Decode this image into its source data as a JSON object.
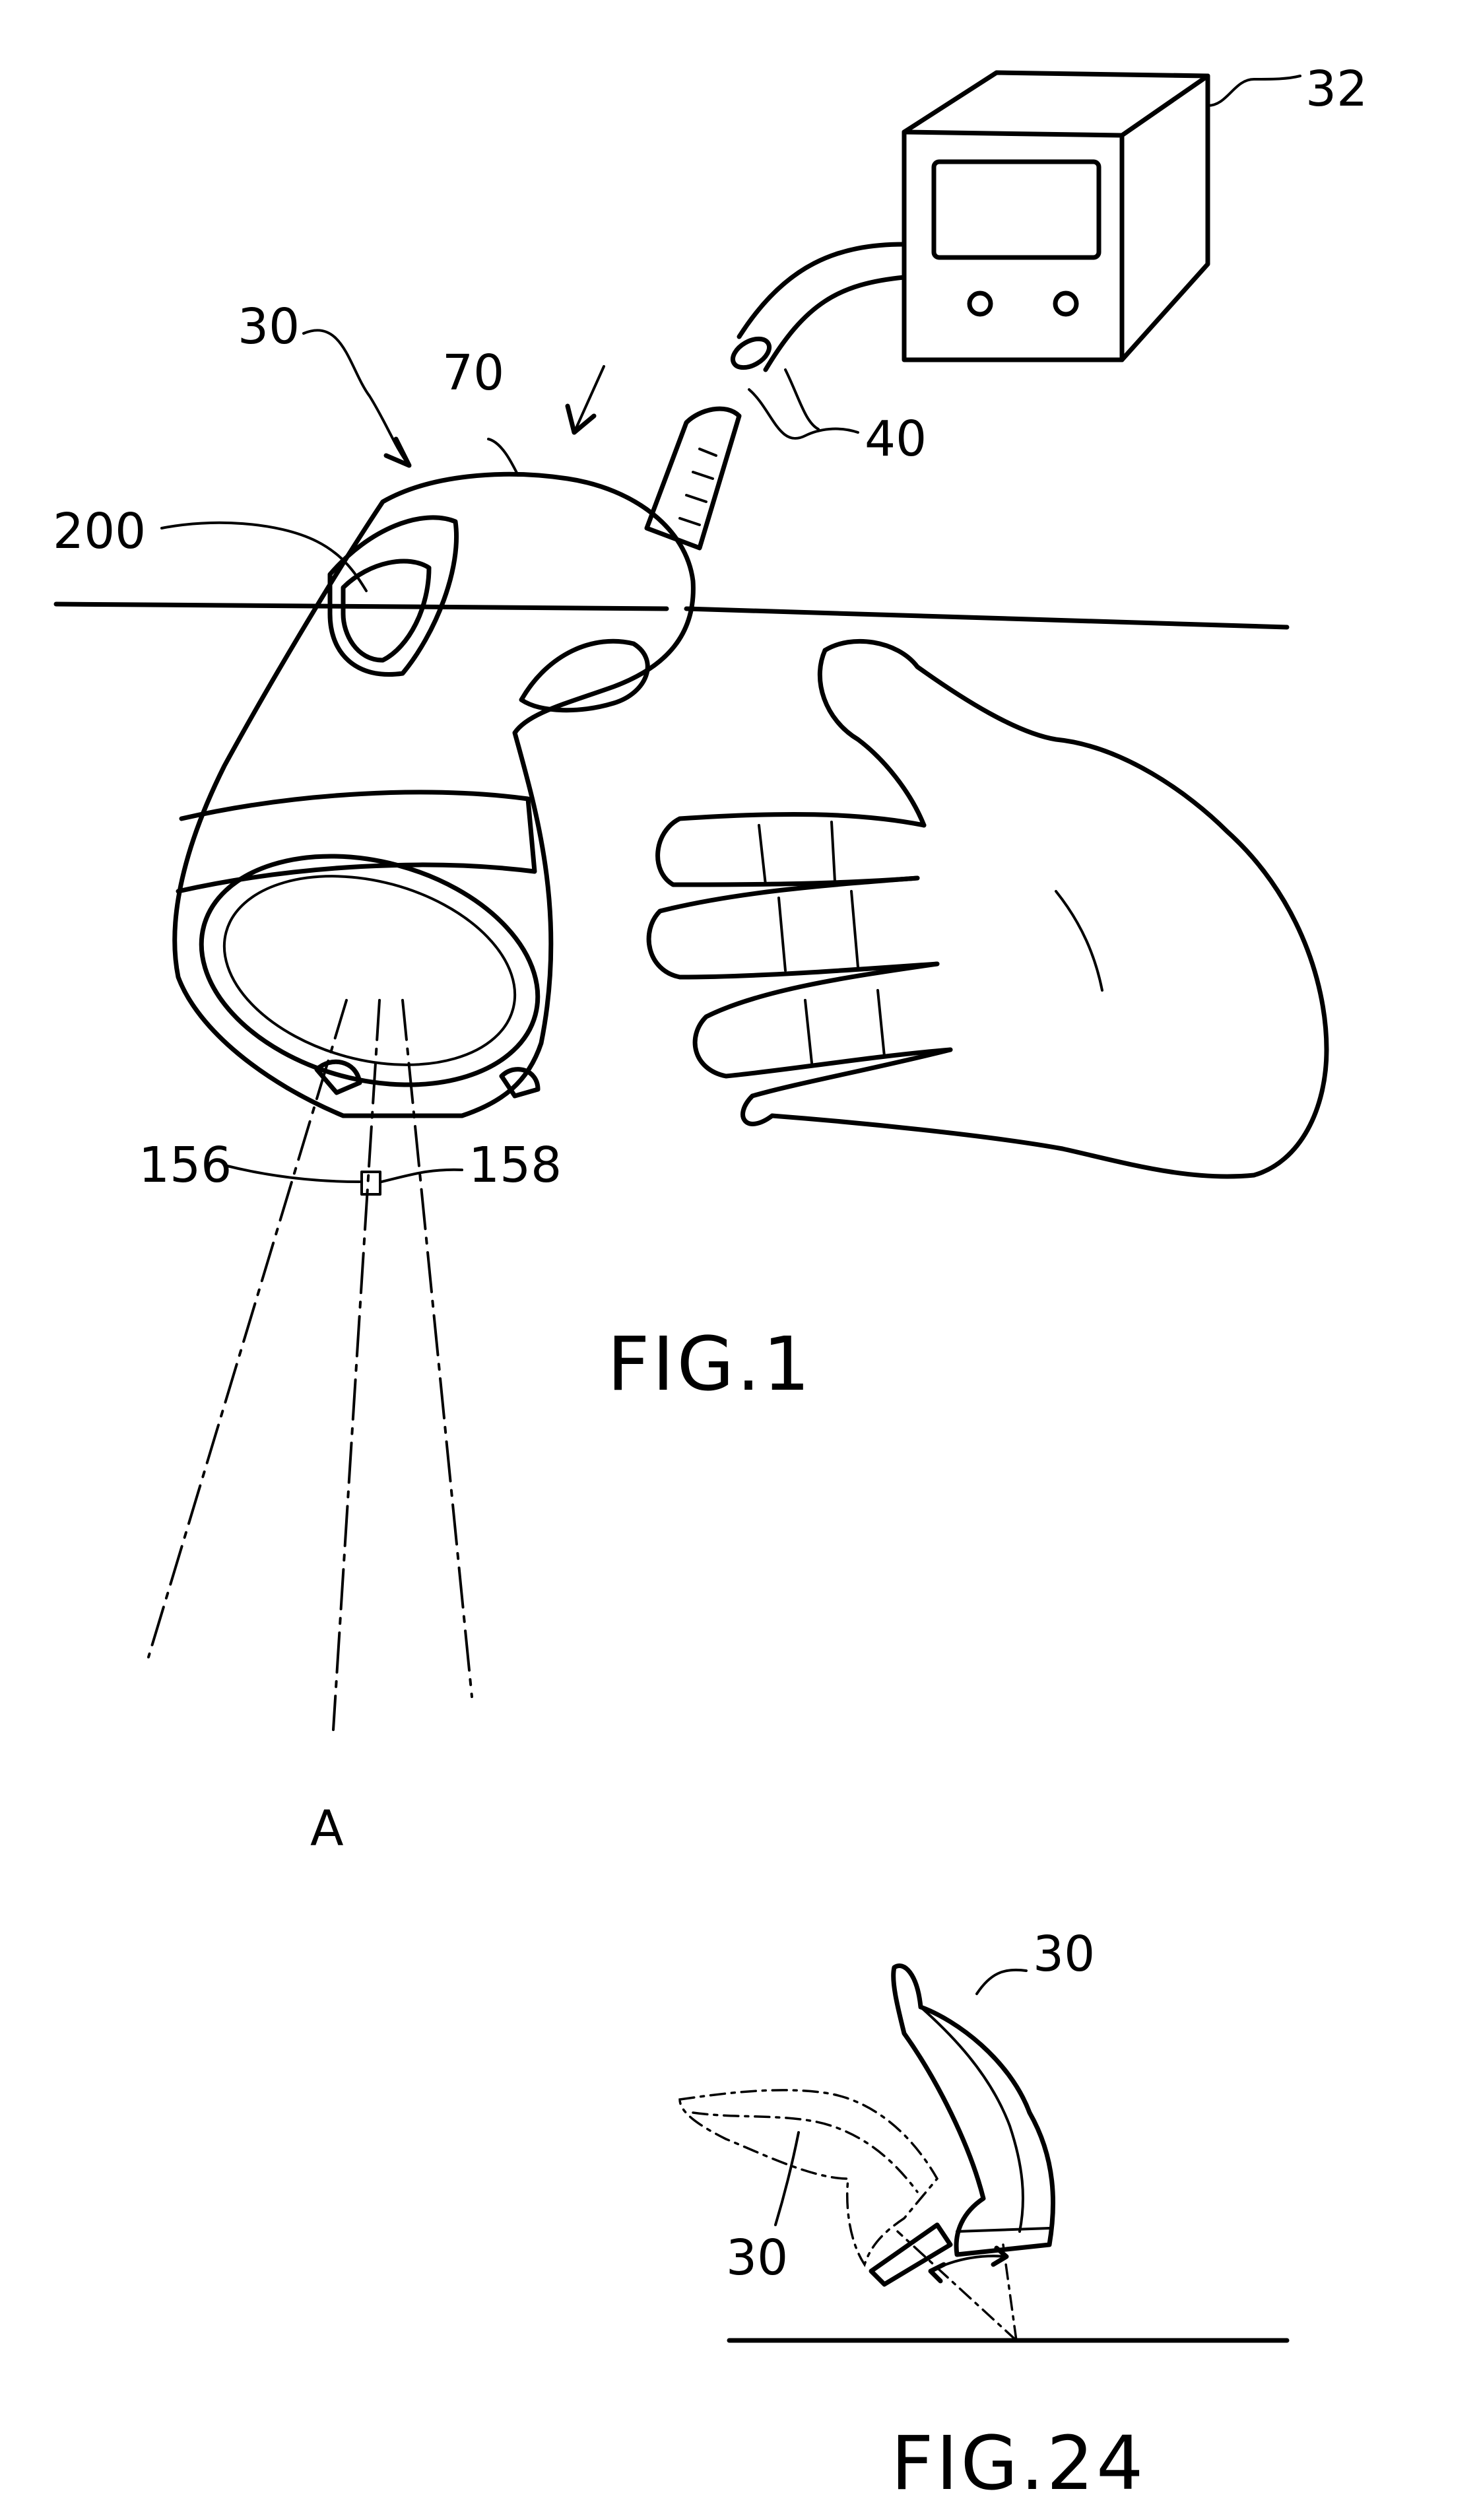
{
  "figures": [
    {
      "id": "fig1",
      "caption": "FIG.1",
      "labels": {
        "scanner": "30",
        "terminal": "32",
        "cable": "40",
        "housing_top": "70",
        "window": "200",
        "beam_left": "156",
        "beam_right": "158",
        "axis": "A"
      }
    },
    {
      "id": "fig24",
      "caption": "FIG.24",
      "labels": {
        "scanner_upright": "30",
        "scanner_tilted": "30"
      }
    }
  ]
}
